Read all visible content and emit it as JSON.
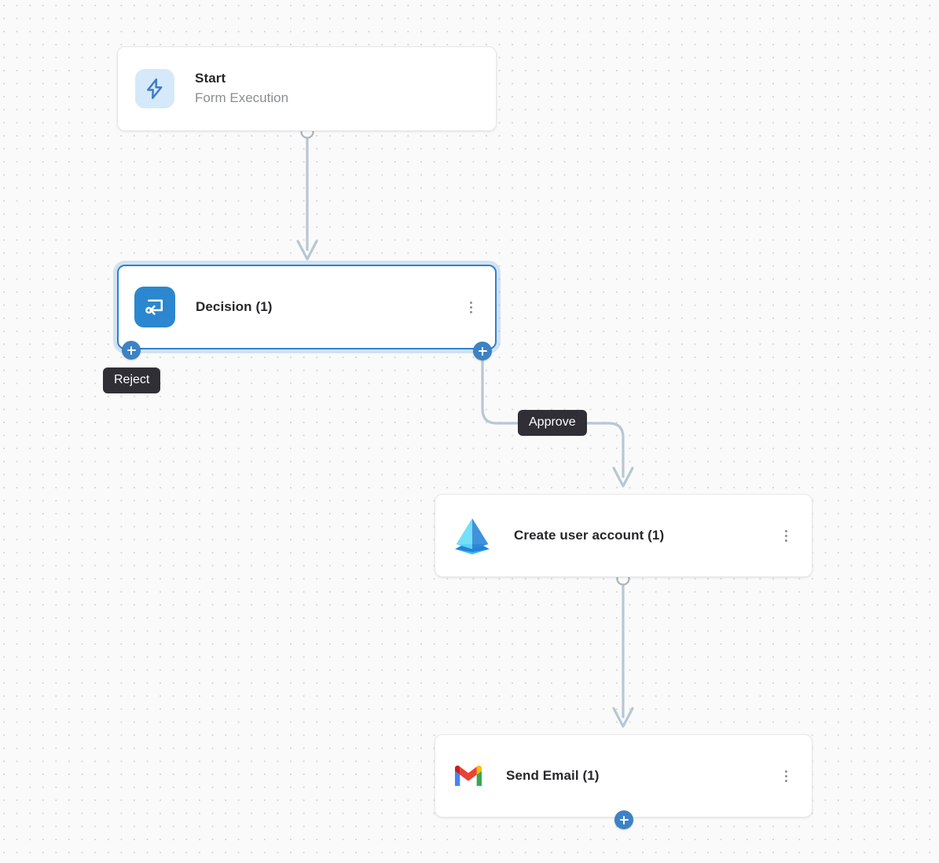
{
  "canvas": {
    "background_color": "#fafafa",
    "dot_grid_color": "#d8d8d8",
    "accent_color": "#3c82c4",
    "selected_border_color": "#2f7fd1",
    "edge_color": "#b9c6d4",
    "tooltip_background": "#2f2f35"
  },
  "nodes": [
    {
      "id": "start",
      "title": "Start",
      "subtitle": "Form Execution",
      "icon": "lightning-bolt-icon",
      "icon_bg": "#d6e9fb",
      "icon_color": "#3c7fc4",
      "selected": false,
      "has_kebab": false
    },
    {
      "id": "decision",
      "title": "Decision (1)",
      "subtitle": "",
      "icon": "decision-branch-icon",
      "icon_bg": "#2b87cf",
      "icon_color": "#ffffff",
      "selected": true,
      "has_kebab": true
    },
    {
      "id": "azure",
      "title": "Create user account (1)",
      "subtitle": "",
      "icon": "azure-active-directory-icon",
      "icon_bg": "transparent",
      "icon_color": "#35c1f1",
      "selected": false,
      "has_kebab": true
    },
    {
      "id": "gmail",
      "title": "Send Email (1)",
      "subtitle": "",
      "icon": "gmail-icon",
      "icon_bg": "transparent",
      "icon_color": "#ea4335",
      "selected": false,
      "has_kebab": true
    }
  ],
  "edge_labels": {
    "reject": "Reject",
    "approve": "Approve"
  },
  "buttons": {
    "add_reject_branch": "+",
    "add_approve_branch": "+",
    "add_final_step": "+"
  }
}
